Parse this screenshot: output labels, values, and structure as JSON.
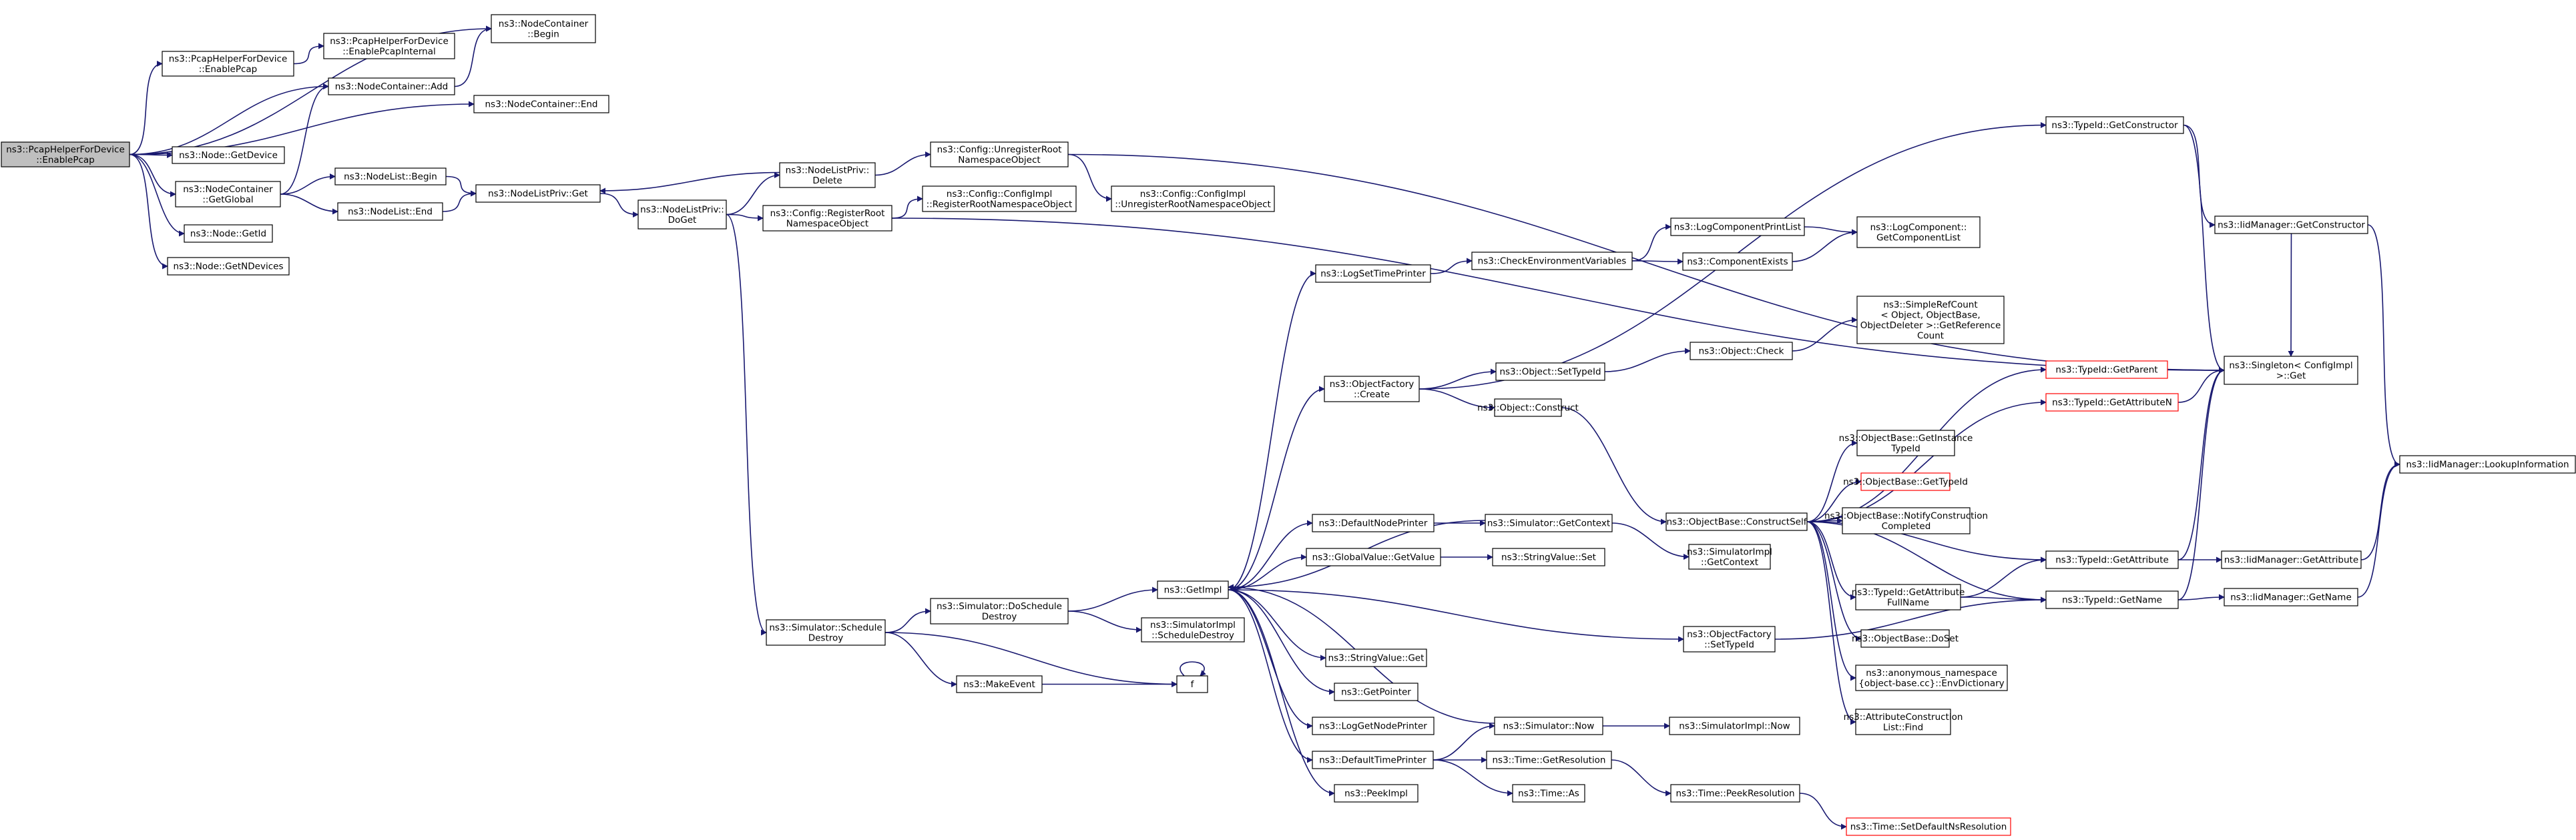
{
  "colors": {
    "edge": "#191970",
    "node_border": "#000000",
    "node_fill": "#ffffff",
    "root_fill": "#bfbfbf",
    "truncated_border": "#ff0000"
  },
  "nodes": [
    {
      "id": "n1",
      "lines": [
        "ns3::PcapHelperForDevice",
        "::EnablePcap"
      ],
      "root": true
    },
    {
      "id": "n2",
      "lines": [
        "ns3::NodeContainer",
        "::Begin"
      ]
    },
    {
      "id": "n3",
      "lines": [
        "ns3::PcapHelperForDevice",
        "::EnablePcap"
      ]
    },
    {
      "id": "n4",
      "lines": [
        "ns3::PcapHelperForDevice",
        "::EnablePcapInternal"
      ]
    },
    {
      "id": "n5",
      "lines": [
        "ns3::NodeContainer::Add"
      ]
    },
    {
      "id": "n6",
      "lines": [
        "ns3::NodeContainer::End"
      ]
    },
    {
      "id": "n7",
      "lines": [
        "ns3::Node::GetDevice"
      ]
    },
    {
      "id": "n8",
      "lines": [
        "ns3::NodeContainer",
        "::GetGlobal"
      ]
    },
    {
      "id": "n9",
      "lines": [
        "ns3::NodeList::Begin"
      ]
    },
    {
      "id": "n10",
      "lines": [
        "ns3::NodeList::End"
      ]
    },
    {
      "id": "n11",
      "lines": [
        "ns3::NodeListPriv::Get"
      ]
    },
    {
      "id": "n12",
      "lines": [
        "ns3::NodeListPriv::",
        "Delete"
      ]
    },
    {
      "id": "n13",
      "lines": [
        "ns3::NodeListPriv::",
        "DoGet"
      ]
    },
    {
      "id": "n14",
      "lines": [
        "ns3::Node::GetId"
      ]
    },
    {
      "id": "n15",
      "lines": [
        "ns3::Node::GetNDevices"
      ]
    },
    {
      "id": "n16",
      "lines": [
        "ns3::Config::UnregisterRoot",
        "NamespaceObject"
      ]
    },
    {
      "id": "n17",
      "lines": [
        "ns3::Config::RegisterRoot",
        "NamespaceObject"
      ]
    },
    {
      "id": "n18",
      "lines": [
        "ns3::Config::ConfigImpl",
        "::RegisterRootNamespaceObject"
      ]
    },
    {
      "id": "n19",
      "lines": [
        "ns3::Config::ConfigImpl",
        "::UnregisterRootNamespaceObject"
      ]
    },
    {
      "id": "n20",
      "lines": [
        "ns3::TypeId::GetConstructor"
      ]
    },
    {
      "id": "n21",
      "lines": [
        "ns3::IidManager::GetConstructor"
      ]
    },
    {
      "id": "n22",
      "lines": [
        "ns3::LogComponentPrintList"
      ]
    },
    {
      "id": "n23",
      "lines": [
        "ns3::LogComponent::",
        "GetComponentList"
      ]
    },
    {
      "id": "n24",
      "lines": [
        "ns3::LogSetTimePrinter"
      ]
    },
    {
      "id": "n25",
      "lines": [
        "ns3::CheckEnvironmentVariables"
      ]
    },
    {
      "id": "n26",
      "lines": [
        "ns3::ComponentExists"
      ]
    },
    {
      "id": "n27",
      "lines": [
        "ns3::SimpleRefCount",
        "< Object, ObjectBase,",
        "ObjectDeleter >::GetReference",
        "Count"
      ]
    },
    {
      "id": "n28",
      "lines": [
        "ns3::ObjectFactory",
        "::Create"
      ]
    },
    {
      "id": "n29",
      "lines": [
        "ns3::Object::SetTypeId"
      ]
    },
    {
      "id": "n30",
      "lines": [
        "ns3::Object::Check"
      ]
    },
    {
      "id": "n31",
      "lines": [
        "ns3::TypeId::GetParent"
      ],
      "truncated": true
    },
    {
      "id": "n32",
      "lines": [
        "ns3::Singleton< ConfigImpl",
        ">::Get"
      ]
    },
    {
      "id": "n33",
      "lines": [
        "ns3::TypeId::GetAttributeN"
      ],
      "truncated": true
    },
    {
      "id": "n34",
      "lines": [
        "ns3::Object::Construct"
      ]
    },
    {
      "id": "n35",
      "lines": [
        "ns3::ObjectBase::GetInstance",
        "TypeId"
      ]
    },
    {
      "id": "n36",
      "lines": [
        "ns3::ObjectBase::GetTypeId"
      ],
      "truncated": true
    },
    {
      "id": "n37",
      "lines": [
        "ns3::IidManager::LookupInformation"
      ]
    },
    {
      "id": "n38",
      "lines": [
        "ns3::DefaultNodePrinter"
      ]
    },
    {
      "id": "n39",
      "lines": [
        "ns3::Simulator::GetContext"
      ]
    },
    {
      "id": "n40",
      "lines": [
        "ns3::ObjectBase::ConstructSelf"
      ]
    },
    {
      "id": "n41",
      "lines": [
        "ns3::ObjectBase::NotifyConstruction",
        "Completed"
      ]
    },
    {
      "id": "n42",
      "lines": [
        "ns3::SimulatorImpl",
        "::GetContext"
      ]
    },
    {
      "id": "n43",
      "lines": [
        "ns3::GlobalValue::GetValue"
      ]
    },
    {
      "id": "n44",
      "lines": [
        "ns3::StringValue::Set"
      ]
    },
    {
      "id": "n45",
      "lines": [
        "ns3::TypeId::GetAttribute"
      ]
    },
    {
      "id": "n46",
      "lines": [
        "ns3::IidManager::GetAttribute"
      ]
    },
    {
      "id": "n47",
      "lines": [
        "ns3::GetImpl"
      ]
    },
    {
      "id": "n48",
      "lines": [
        "ns3::TypeId::GetAttribute",
        "FullName"
      ]
    },
    {
      "id": "n49",
      "lines": [
        "ns3::TypeId::GetName"
      ]
    },
    {
      "id": "n50",
      "lines": [
        "ns3::IidManager::GetName"
      ]
    },
    {
      "id": "n51",
      "lines": [
        "ns3::Simulator::DoSchedule",
        "Destroy"
      ]
    },
    {
      "id": "n52",
      "lines": [
        "ns3::Simulator::Schedule",
        "Destroy"
      ]
    },
    {
      "id": "n53",
      "lines": [
        "ns3::SimulatorImpl",
        "::ScheduleDestroy"
      ]
    },
    {
      "id": "n54",
      "lines": [
        "ns3::ObjectFactory",
        "::SetTypeId"
      ]
    },
    {
      "id": "n55",
      "lines": [
        "ns3::ObjectBase::DoSet"
      ]
    },
    {
      "id": "n56",
      "lines": [
        "ns3::StringValue::Get"
      ]
    },
    {
      "id": "n57",
      "lines": [
        "ns3::anonymous_namespace",
        "{object-base.cc}::EnvDictionary"
      ]
    },
    {
      "id": "n58",
      "lines": [
        "ns3::MakeEvent"
      ]
    },
    {
      "id": "n59",
      "lines": [
        "f"
      ]
    },
    {
      "id": "n60",
      "lines": [
        "ns3::GetPointer"
      ]
    },
    {
      "id": "n61",
      "lines": [
        "ns3::AttributeConstruction",
        "List::Find"
      ]
    },
    {
      "id": "n62",
      "lines": [
        "ns3::LogGetNodePrinter"
      ]
    },
    {
      "id": "n63",
      "lines": [
        "ns3::Simulator::Now"
      ]
    },
    {
      "id": "n64",
      "lines": [
        "ns3::SimulatorImpl::Now"
      ]
    },
    {
      "id": "n65",
      "lines": [
        "ns3::DefaultTimePrinter"
      ]
    },
    {
      "id": "n66",
      "lines": [
        "ns3::Time::GetResolution"
      ]
    },
    {
      "id": "n67",
      "lines": [
        "ns3::Time::As"
      ]
    },
    {
      "id": "n68",
      "lines": [
        "ns3::Time::PeekResolution"
      ]
    },
    {
      "id": "n69",
      "lines": [
        "ns3::PeekImpl"
      ]
    },
    {
      "id": "n70",
      "lines": [
        "ns3::Time::SetDefaultNsResolution"
      ],
      "truncated": true
    }
  ],
  "edges": [
    [
      "n1",
      "n2"
    ],
    [
      "n1",
      "n3"
    ],
    [
      "n1",
      "n5"
    ],
    [
      "n1",
      "n6"
    ],
    [
      "n1",
      "n7"
    ],
    [
      "n1",
      "n8"
    ],
    [
      "n1",
      "n14"
    ],
    [
      "n1",
      "n15"
    ],
    [
      "n3",
      "n4"
    ],
    [
      "n5",
      "n2"
    ],
    [
      "n8",
      "n9"
    ],
    [
      "n8",
      "n10"
    ],
    [
      "n8",
      "n5"
    ],
    [
      "n9",
      "n11"
    ],
    [
      "n10",
      "n11"
    ],
    [
      "n11",
      "n13"
    ],
    [
      "n12",
      "n11"
    ],
    [
      "n12",
      "n16"
    ],
    [
      "n13",
      "n12"
    ],
    [
      "n13",
      "n17"
    ],
    [
      "n13",
      "n52"
    ],
    [
      "n16",
      "n19"
    ],
    [
      "n16",
      "n32"
    ],
    [
      "n17",
      "n18"
    ],
    [
      "n17",
      "n32"
    ],
    [
      "n20",
      "n21"
    ],
    [
      "n20",
      "n32"
    ],
    [
      "n21",
      "n32"
    ],
    [
      "n21",
      "n37"
    ],
    [
      "n22",
      "n23"
    ],
    [
      "n24",
      "n25"
    ],
    [
      "n25",
      "n22"
    ],
    [
      "n25",
      "n26"
    ],
    [
      "n26",
      "n23"
    ],
    [
      "n28",
      "n20"
    ],
    [
      "n28",
      "n29"
    ],
    [
      "n28",
      "n34"
    ],
    [
      "n29",
      "n30"
    ],
    [
      "n30",
      "n27"
    ],
    [
      "n31",
      "n32"
    ],
    [
      "n33",
      "n32"
    ],
    [
      "n34",
      "n40"
    ],
    [
      "n38",
      "n39"
    ],
    [
      "n39",
      "n42"
    ],
    [
      "n39",
      "n47"
    ],
    [
      "n40",
      "n31"
    ],
    [
      "n40",
      "n33"
    ],
    [
      "n40",
      "n35"
    ],
    [
      "n40",
      "n36"
    ],
    [
      "n40",
      "n41"
    ],
    [
      "n40",
      "n45"
    ],
    [
      "n40",
      "n48"
    ],
    [
      "n40",
      "n49"
    ],
    [
      "n40",
      "n55"
    ],
    [
      "n40",
      "n57"
    ],
    [
      "n40",
      "n61"
    ],
    [
      "n43",
      "n44"
    ],
    [
      "n45",
      "n32"
    ],
    [
      "n45",
      "n46"
    ],
    [
      "n46",
      "n37"
    ],
    [
      "n47",
      "n24"
    ],
    [
      "n47",
      "n28"
    ],
    [
      "n47",
      "n38"
    ],
    [
      "n47",
      "n43"
    ],
    [
      "n47",
      "n54"
    ],
    [
      "n47",
      "n56"
    ],
    [
      "n47",
      "n60"
    ],
    [
      "n47",
      "n62"
    ],
    [
      "n47",
      "n65"
    ],
    [
      "n47",
      "n69"
    ],
    [
      "n48",
      "n45"
    ],
    [
      "n48",
      "n49"
    ],
    [
      "n49",
      "n32"
    ],
    [
      "n49",
      "n50"
    ],
    [
      "n50",
      "n37"
    ],
    [
      "n51",
      "n47"
    ],
    [
      "n51",
      "n53"
    ],
    [
      "n52",
      "n51"
    ],
    [
      "n52",
      "n58"
    ],
    [
      "n52",
      "n59"
    ],
    [
      "n54",
      "n49"
    ],
    [
      "n58",
      "n59"
    ],
    [
      "n59",
      "n59"
    ],
    [
      "n63",
      "n47"
    ],
    [
      "n63",
      "n64"
    ],
    [
      "n65",
      "n63"
    ],
    [
      "n65",
      "n66"
    ],
    [
      "n65",
      "n67"
    ],
    [
      "n66",
      "n68"
    ],
    [
      "n68",
      "n70"
    ]
  ]
}
